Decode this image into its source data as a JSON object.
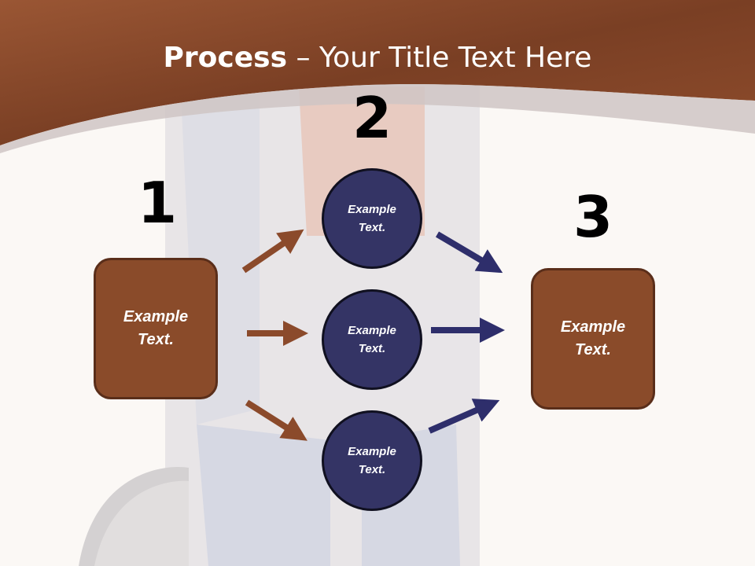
{
  "title": {
    "bold": "Process",
    "rest": " – Your Title Text Here"
  },
  "colors": {
    "header": "#8b4a2b",
    "brown_box": "#8a4b2a",
    "navy": "#343465",
    "brown_arrow": "#8b4a2b",
    "navy_arrow": "#2e2e6b"
  },
  "steps": [
    {
      "number": "1",
      "text": "Example\nText."
    },
    {
      "number": "2",
      "items": [
        "Example\nText.",
        "Example\nText.",
        "Example\nText."
      ]
    },
    {
      "number": "3",
      "text": "Example\nText."
    }
  ]
}
